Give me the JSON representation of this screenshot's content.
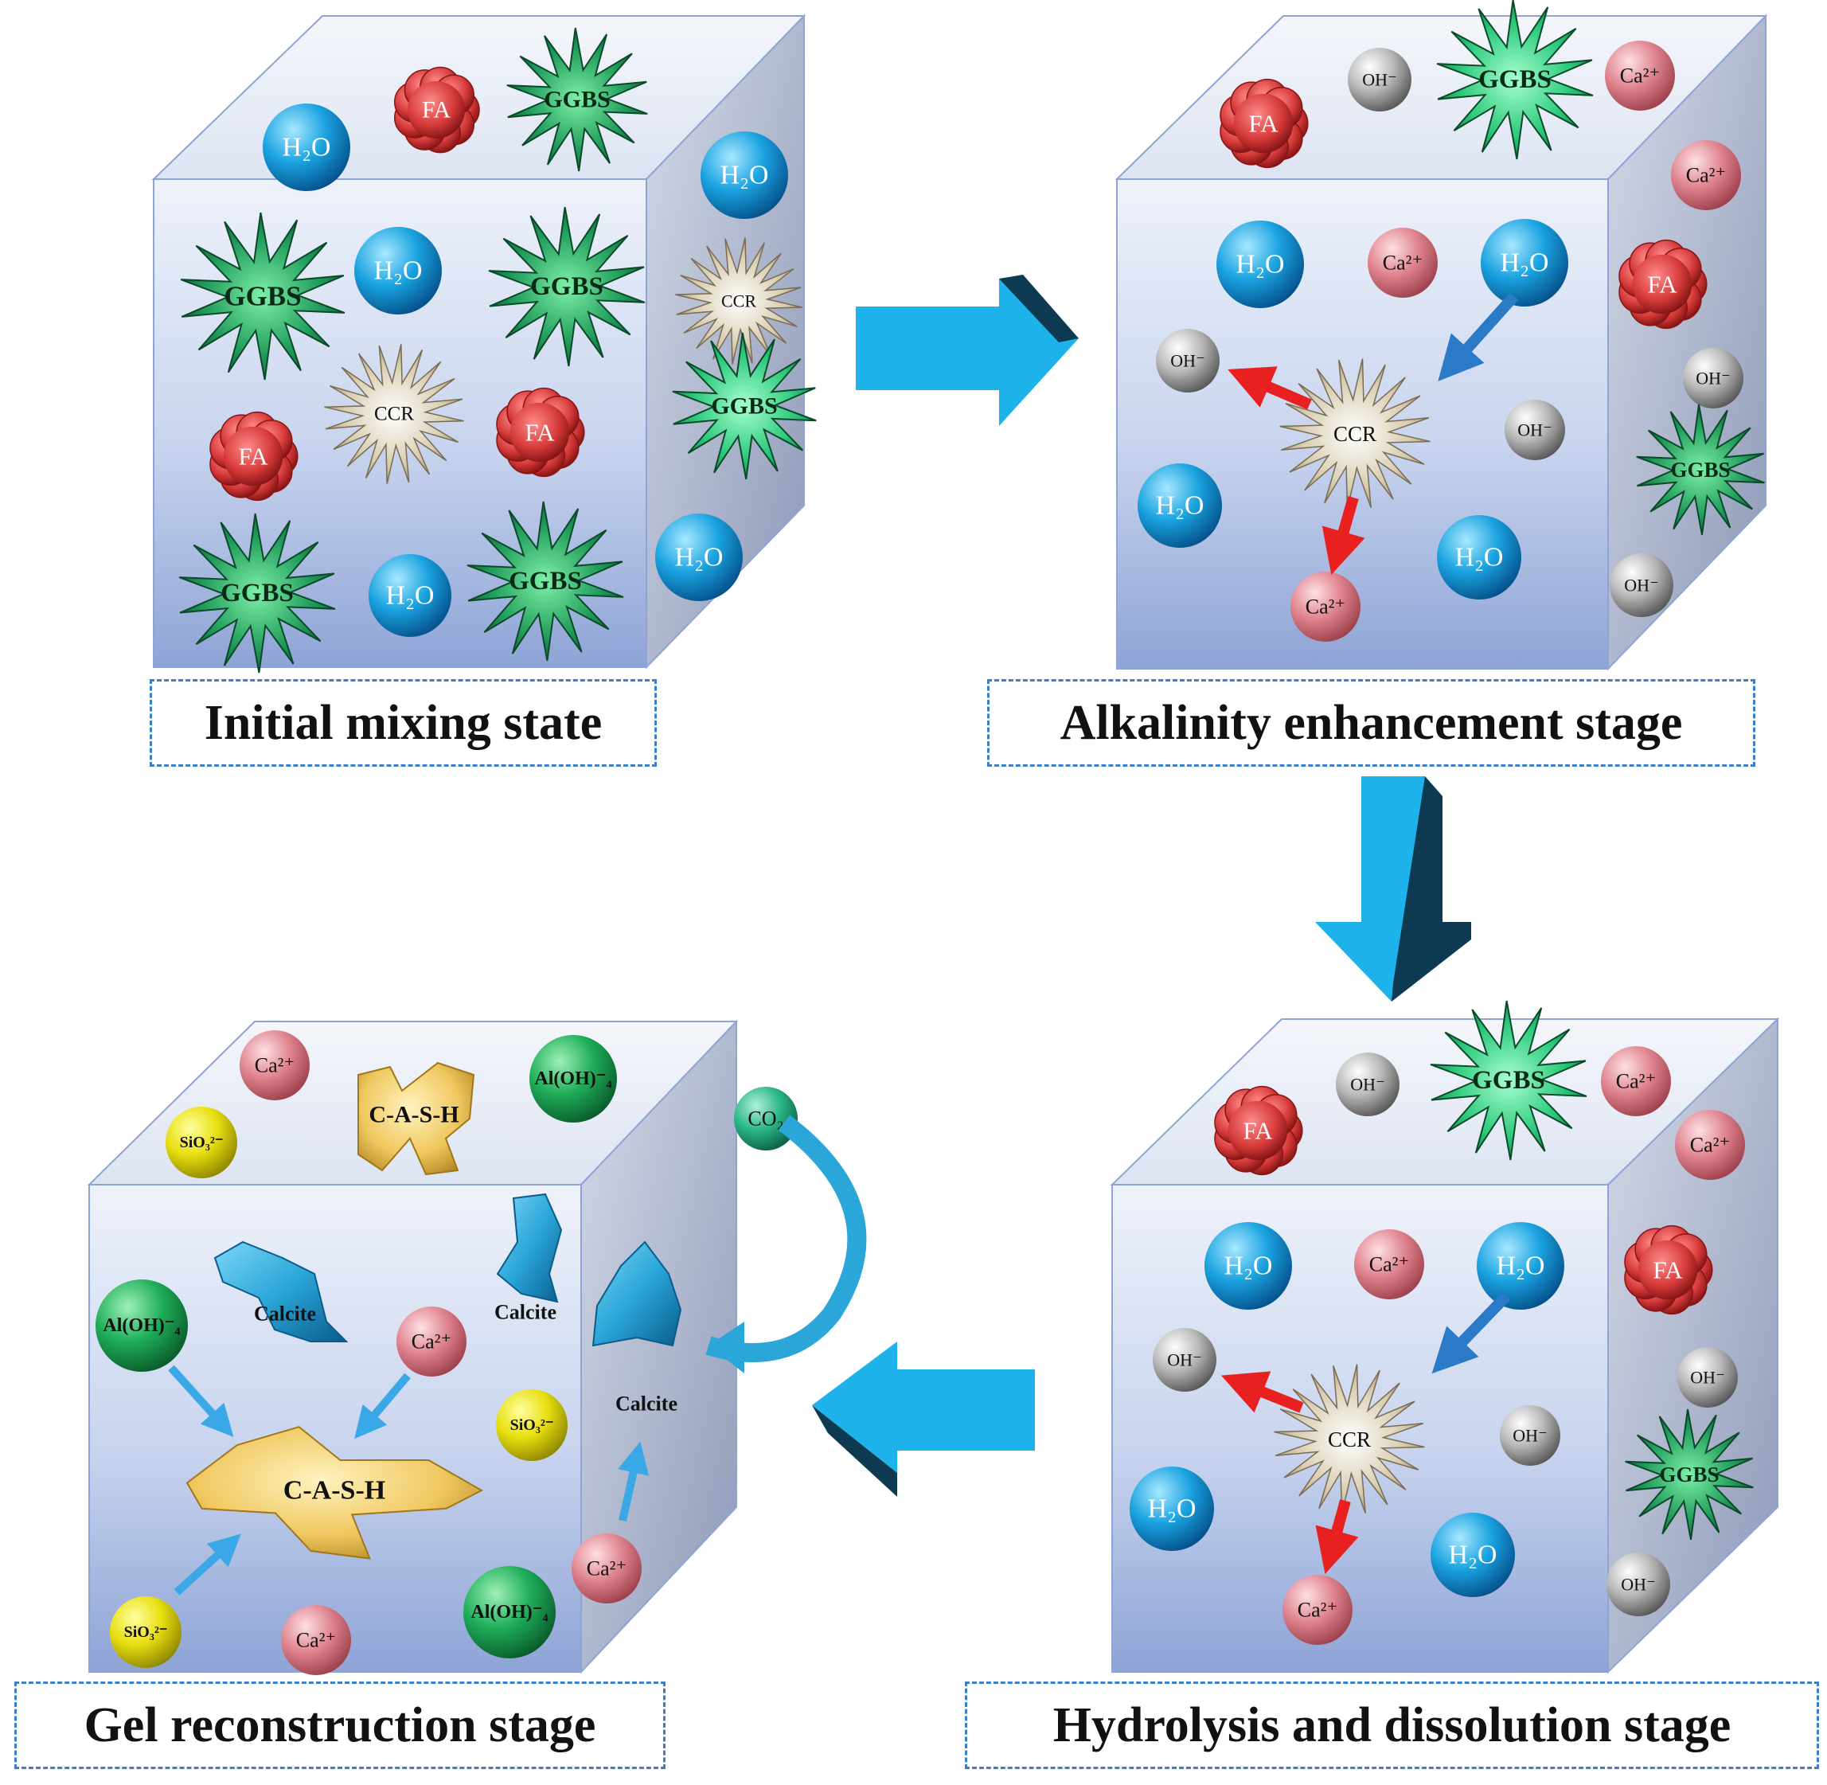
{
  "labels": {
    "h2o": "H₂O",
    "fa": "FA",
    "ggbs": "GGBS",
    "ccr": "CCR",
    "oh": "OH⁻",
    "ca": "Ca²⁺",
    "co2": "CO₂",
    "sio3": "SiO₃²⁻",
    "aloh4": "Al(OH)⁻₄",
    "cash": "C-A-S-H",
    "calcite": "Calcite"
  },
  "stages": {
    "initial": "Initial mixing state",
    "alkalinity": "Alkalinity enhancement stage",
    "hydrolysis": "Hydrolysis and dissolution stage",
    "gel": "Gel reconstruction stage"
  },
  "colors": {
    "water": "#1aa3e0",
    "fly_ash": "#d63a3a",
    "ggbs": "#1f9a5a",
    "ccr": "#d8cdb0",
    "hydroxide": "#b8b8b8",
    "calcium": "#e0858f",
    "silicate": "#e8df10",
    "aluminate": "#1fae5a",
    "cash": "#f0c860",
    "calcite": "#2aa6d8",
    "flow_arrow": "#1eb2ea",
    "red_arrow": "#e82020",
    "blue_arrow": "#2a7ac8"
  }
}
